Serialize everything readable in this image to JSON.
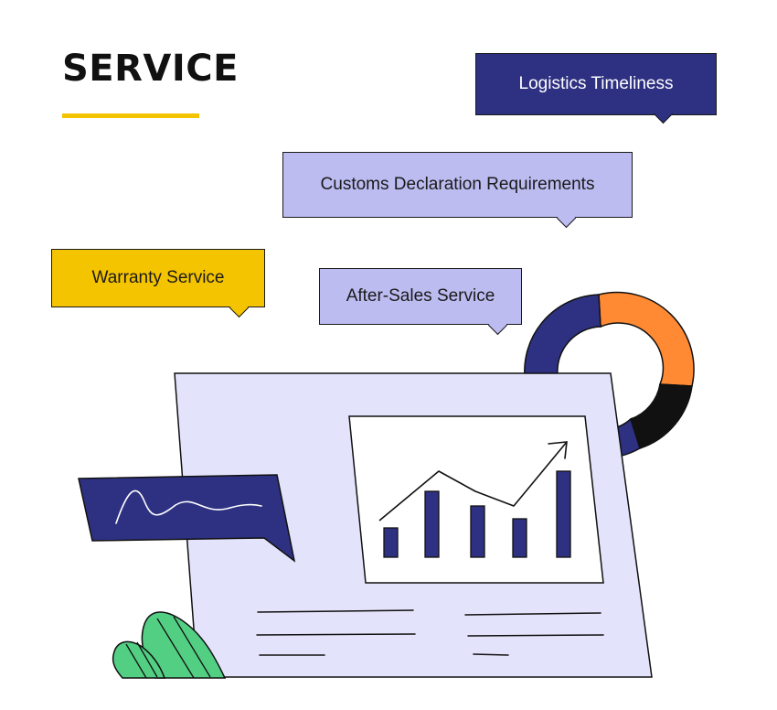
{
  "page": {
    "title": "SERVICE"
  },
  "bubbles": {
    "logistics": "Logistics Timeliness",
    "customs": "Customs Declaration Requirements",
    "warranty": "Warranty Service",
    "after_sales": "After-Sales Service"
  },
  "colors": {
    "navy": "#2e3182",
    "lavender": "#bcbcf1",
    "panel": "#e3e3fb",
    "yellow": "#f5c400",
    "orange": "#ff8a33",
    "black": "#111111",
    "green": "#53cf84"
  },
  "icons": {
    "donut": "donut-chart-icon",
    "wave": "wave-line-icon",
    "trend": "trend-up-arrow-icon",
    "leaf": "leaf-icon"
  },
  "chart_data": {
    "type": "bar",
    "categories": [
      "",
      "",
      "",
      "",
      ""
    ],
    "values": [
      32,
      72,
      56,
      42,
      94
    ],
    "ylim": [
      0,
      100
    ],
    "grid": false,
    "trend_line": [
      46,
      100,
      78,
      62,
      132
    ]
  }
}
